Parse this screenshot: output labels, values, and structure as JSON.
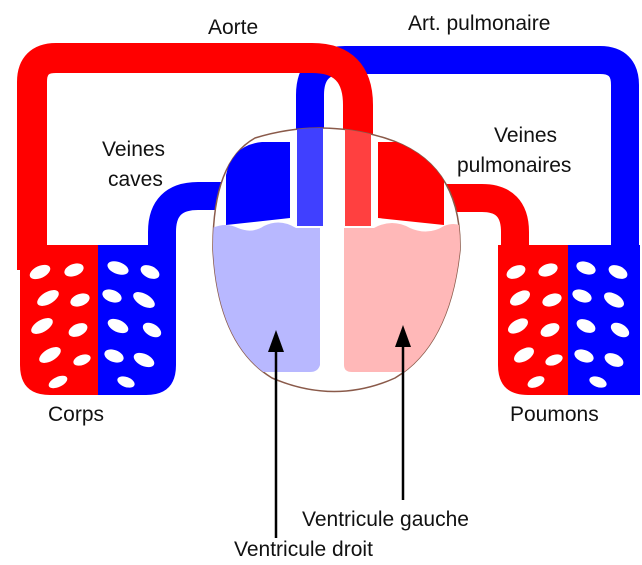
{
  "labels": {
    "aorte": "Aorte",
    "art_pulmonaire": "Art. pulmonaire",
    "veines_caves_1": "Veines",
    "veines_caves_2": "caves",
    "veines_pulmonaires_1": "Veines",
    "veines_pulmonaires_2": "pulmonaires",
    "corps": "Corps",
    "poumons": "Poumons",
    "ventricule_gauche": "Ventricule gauche",
    "ventricule_droit": "Ventricule droit"
  },
  "colors": {
    "oxygenated": "#ff0000",
    "deoxygenated": "#0000ff",
    "left_ventricle_fill": "#ffb8b8",
    "right_ventricle_fill": "#b8b8ff",
    "heart_outline": "#8a5a4a",
    "text": "#111111"
  }
}
